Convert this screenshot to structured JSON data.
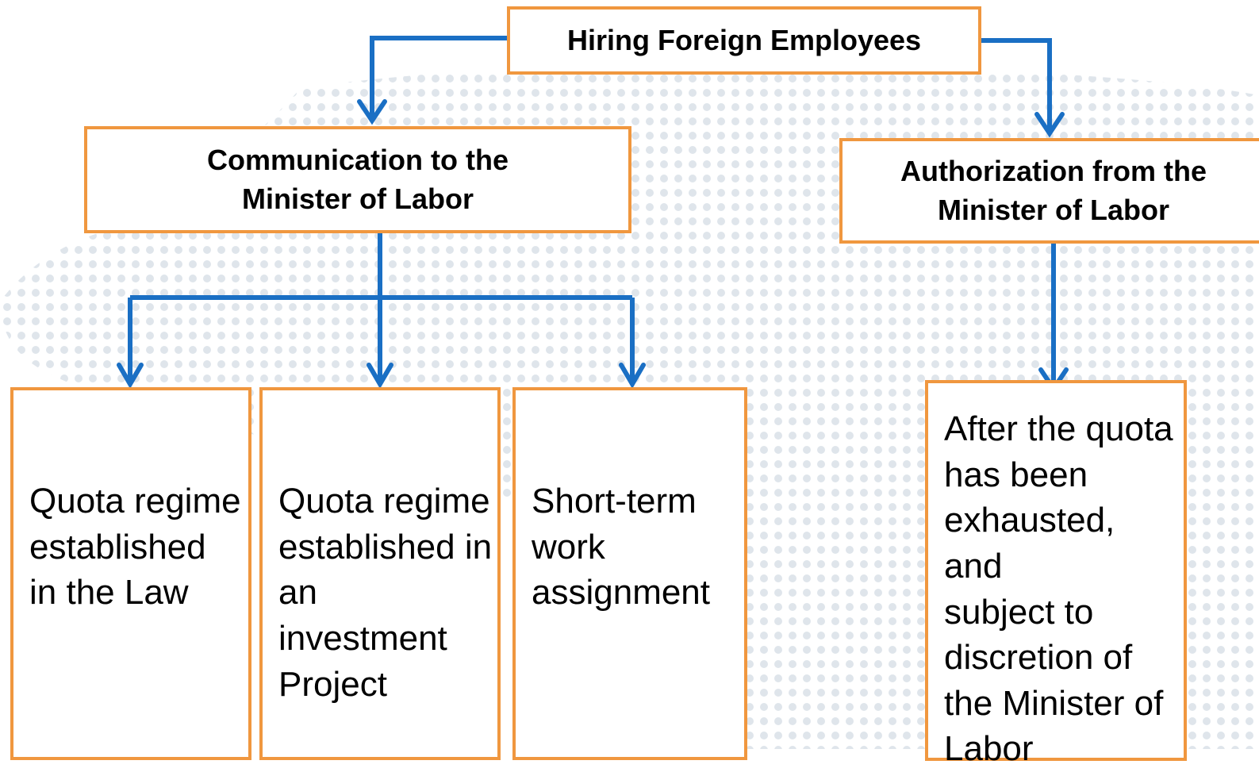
{
  "diagram": {
    "root": {
      "label": "Hiring Foreign Employees"
    },
    "branches": [
      {
        "label": "Communication to the\nMinister of Labor",
        "children": [
          {
            "label": "Quota regime\nestablished\nin the Law"
          },
          {
            "label": "Quota regime\nestablished in\nan investment\nProject"
          },
          {
            "label": "Short-term\nwork\nassignment"
          }
        ]
      },
      {
        "label": "Authorization from the\nMinister of Labor",
        "children": [
          {
            "label": "After the quota\nhas been\nexhausted, and\nsubject to\ndiscretion of\nthe Minister of\n Labor"
          }
        ]
      }
    ]
  },
  "colors": {
    "box_border": "#f0973f",
    "connector": "#1a6fc4",
    "dots": "#b7c5d3"
  }
}
